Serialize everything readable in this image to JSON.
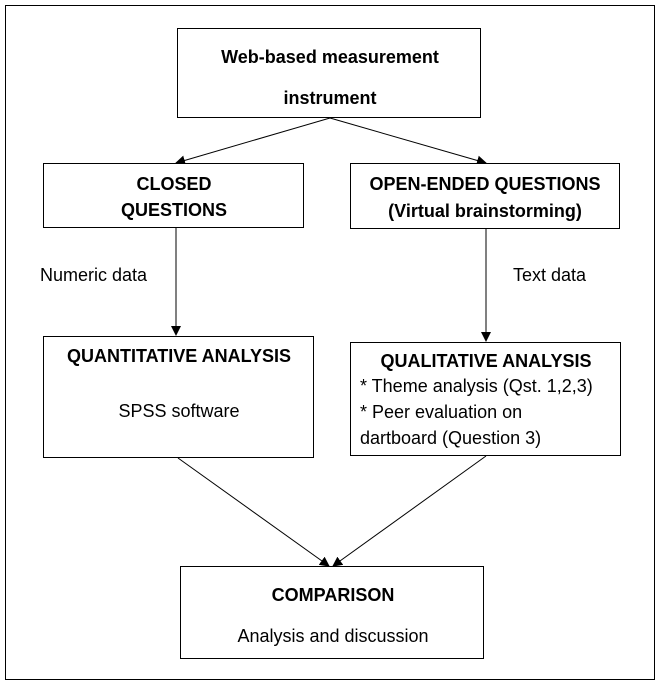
{
  "top": {
    "line1": "Web-based measurement",
    "line2": "instrument"
  },
  "closed": {
    "line1": "CLOSED",
    "line2": "QUESTIONS"
  },
  "open": {
    "line1": "OPEN-ENDED QUESTIONS",
    "line2": "(Virtual brainstorming)"
  },
  "labels": {
    "numeric": "Numeric data",
    "text": "Text data"
  },
  "quant": {
    "title": "QUANTITATIVE ANALYSIS",
    "body": "SPSS software"
  },
  "qual": {
    "title": "QUALITATIVE ANALYSIS",
    "line1": "* Theme analysis (Qst. 1,2,3)",
    "line2": "* Peer evaluation on",
    "line3": "dartboard (Question 3)"
  },
  "comparison": {
    "title": "COMPARISON",
    "body": "Analysis and discussion"
  }
}
